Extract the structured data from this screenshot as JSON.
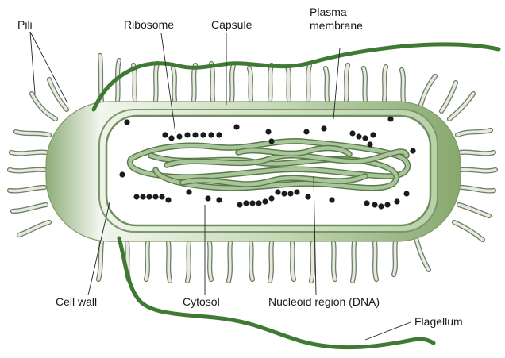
{
  "labels": {
    "pili": "Pili",
    "ribosome": "Ribosome",
    "capsule": "Capsule",
    "plasma_membrane_line1": "Plasma",
    "plasma_membrane_line2": "membrane",
    "cell_wall": "Cell wall",
    "cytosol": "Cytosol",
    "nucleoid": "Nucleoid region (DNA)",
    "flagellum": "Flagellum"
  },
  "colors": {
    "capsule_dark": "#8fad78",
    "capsule_light": "#f2f6ee",
    "cell_wall_fill": "#c9dcbc",
    "membrane_stroke": "#6f8f5e",
    "cytosol": "#ffffff",
    "flagellum": "#3f7a34",
    "dna": "#a9c69a",
    "ribosome": "#1b1b1b"
  },
  "icons": {
    "ribosome": "dot",
    "flagellum": "wavy-line",
    "pilus": "short-tube"
  }
}
